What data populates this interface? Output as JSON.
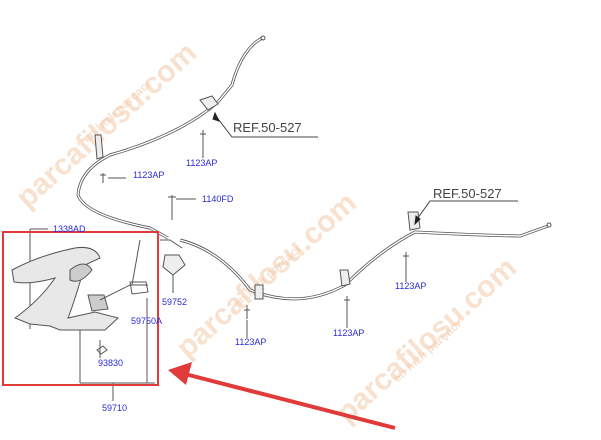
{
  "watermark": {
    "site": "parcafilosu.com",
    "slogan": "en hızlı parçacı"
  },
  "references": [
    "REF.50-527",
    "REF.50-527"
  ],
  "parts": {
    "bolt_top": "1123AP",
    "bolt_left": "1123AP",
    "bolt_1140": "1140FD",
    "p1338": "1338AD",
    "p59752": "59752",
    "p59750a": "59750A",
    "bolt_mid": "1123AP",
    "bolt_right_low": "1123AP",
    "bolt_right": "1123AP",
    "p93830": "93830",
    "p59710": "59710"
  },
  "colors": {
    "highlight": "#e03a3a",
    "label": "#2a2ad8"
  }
}
